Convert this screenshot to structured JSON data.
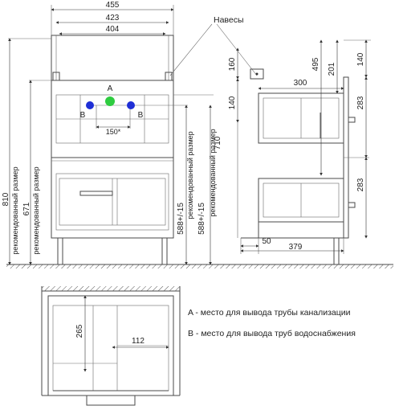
{
  "dimensions": {
    "total_width": "455",
    "frame_width": "423",
    "inner_width": "404",
    "total_height": "810",
    "body_height": "671",
    "recommended_label": "рекомендованный размер",
    "mount_height": "588+/-15",
    "mount_height_2": "588+/-15",
    "side_height": "710",
    "pipe_spacing": "150*",
    "hinge_top": "160",
    "hinge_offset": "140",
    "side_drawer_width": "300",
    "side_depth_top": "495",
    "side_201": "201",
    "side_140": "140",
    "drawer_283_top": "283",
    "drawer_283_bottom": "283",
    "offset_50": "50",
    "depth_379": "379",
    "plan_265": "265",
    "plan_112": "112"
  },
  "labels": {
    "hinges": "Навесы",
    "point_a": "A",
    "point_b_left": "B",
    "point_b_right": "B"
  },
  "legend": {
    "a": "A - место для вывода трубы канализации",
    "b": "B - место для вывода труб водоснабжения"
  },
  "colors": {
    "point_a": "#2ecc40",
    "point_b": "#1f2fd6",
    "lines": "#4a4a4a"
  }
}
